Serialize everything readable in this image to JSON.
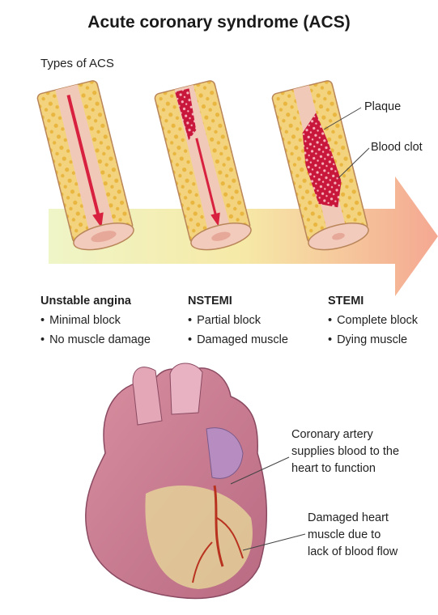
{
  "title": "Acute coronary syndrome (ACS)",
  "subtitle": "Types of ACS",
  "labels": {
    "plaque": "Plaque",
    "blood_clot": "Blood clot"
  },
  "types": [
    {
      "name": "Unstable angina",
      "bullets": [
        "Minimal block",
        "No muscle damage"
      ]
    },
    {
      "name": "NSTEMI",
      "bullets": [
        "Partial block",
        "Damaged muscle"
      ]
    },
    {
      "name": "STEMI",
      "bullets": [
        "Complete block",
        "Dying muscle"
      ]
    }
  ],
  "heart_notes": {
    "coronary_artery": [
      "Coronary artery",
      "supplies blood to the",
      "heart to function"
    ],
    "damaged_muscle": [
      "Damaged heart",
      "muscle due to",
      "lack of blood flow"
    ]
  },
  "colors": {
    "arrow_start": "#e9f2b8",
    "arrow_end": "#f4a58f",
    "plaque": "#f0c35a",
    "blood": "#d8213f",
    "vessel": "#f1c9b8"
  }
}
